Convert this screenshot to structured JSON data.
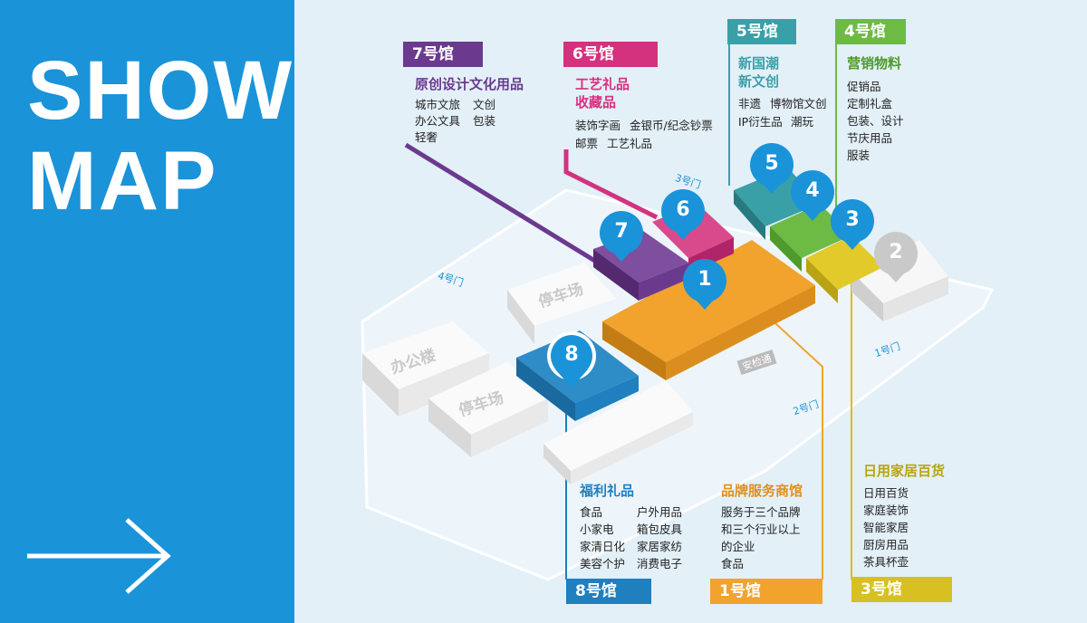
{
  "side": {
    "title_line1": "SHOW",
    "title_line2": "MAP",
    "arrow_icon": "right-arrow-icon"
  },
  "colors": {
    "panel_blue": "#1a93d9",
    "hall7_purple": "#6b3a8f",
    "hall6_magenta": "#d4327f",
    "hall5_teal": "#3aa0a8",
    "hall4_green": "#6dbb45",
    "hall3_yellow": "#d7c021",
    "hall1_orange": "#f1a32e",
    "hall8_blue": "#1f7fbf"
  },
  "halls": {
    "h7": {
      "tag": "7号馆",
      "title": "原创设计文化用品",
      "items": [
        "城市文旅",
        "文创",
        "办公文具",
        "包装",
        "轻奢"
      ]
    },
    "h6": {
      "tag": "6号馆",
      "title_line1": "工艺礼品",
      "title_line2": "收藏品",
      "items": [
        "装饰字画",
        "金银币/纪念钞票",
        "邮票",
        "工艺礼品"
      ]
    },
    "h5": {
      "tag": "5号馆",
      "title_line1": "新国潮",
      "title_line2": "新文创",
      "items": [
        "非遗",
        "博物馆文创",
        "IP衍生品",
        "潮玩"
      ]
    },
    "h4": {
      "tag": "4号馆",
      "title": "营销物料",
      "items": [
        "促销品",
        "定制礼盒",
        "包装、设计",
        "节庆用品",
        "服装"
      ]
    },
    "h8": {
      "tag": "8号馆",
      "title": "福利礼品",
      "items": [
        "食品",
        "户外用品",
        "小家电",
        "箱包皮具",
        "家清日化",
        "家居家纺",
        "美容个护",
        "消费电子"
      ]
    },
    "h1": {
      "tag": "1号馆",
      "title": "品牌服务商馆",
      "items": [
        "服务于三个品牌",
        "和三个行业以上",
        "的企业",
        "食品"
      ]
    },
    "h3": {
      "tag": "3号馆",
      "title": "日用家居百货",
      "items": [
        "日用百货",
        "家庭装饰",
        "智能家居",
        "厨房用品",
        "茶具杯壶"
      ]
    }
  },
  "map": {
    "pin_numbers": [
      "1",
      "2",
      "3",
      "4",
      "5",
      "6",
      "7",
      "8"
    ],
    "building_office": "办公楼",
    "parking_1": "停车场",
    "parking_2": "停车场",
    "security": "安检通",
    "gate1": "1号门",
    "gate2": "2号门",
    "gate3": "3号门",
    "gate4": "4号门"
  }
}
